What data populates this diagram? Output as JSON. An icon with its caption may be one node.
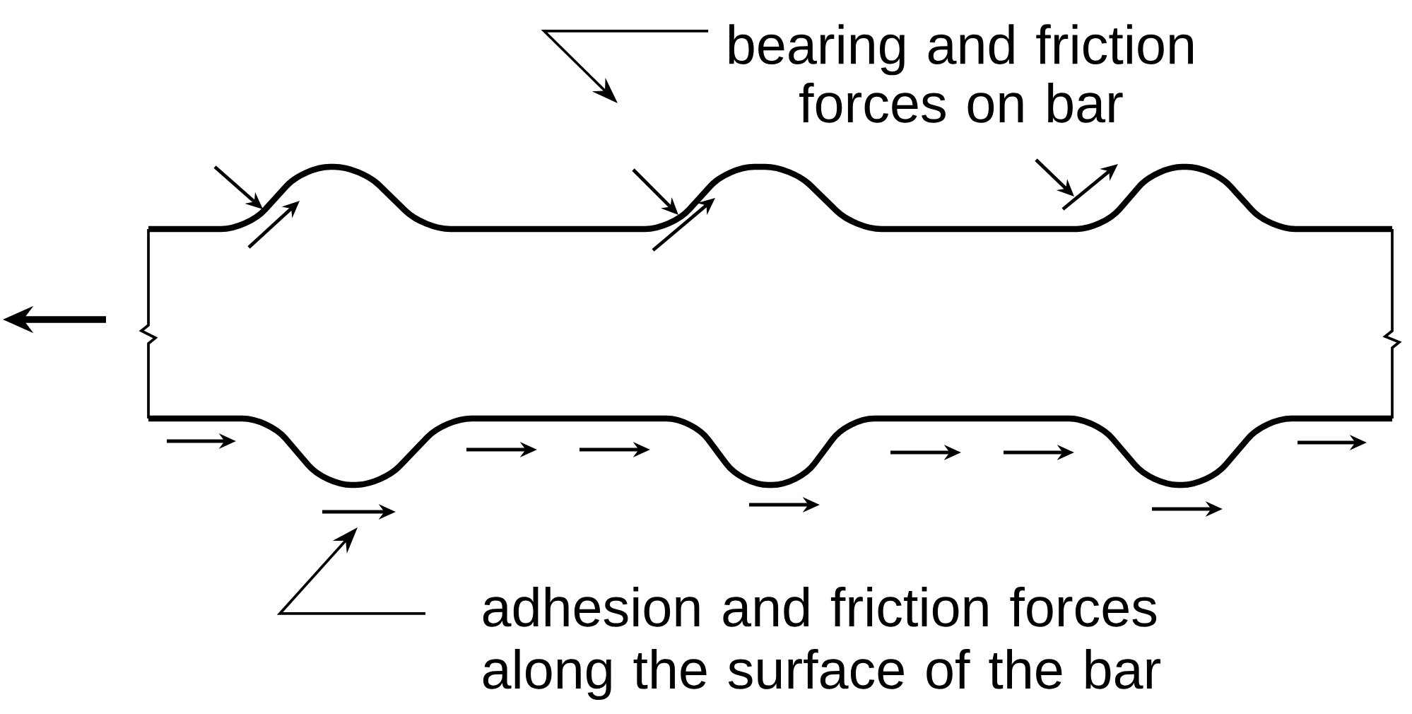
{
  "diagram": {
    "nodes": [
      {
        "text": [
          "bearing and friction forces on bar"
        ]
      },
      {
        "text": [
          "adhesion and friction forces along the surface of the bar"
        ]
      }
    ],
    "edges": [
      {
        "from": 0,
        "to": null,
        "arrow": "to"
      },
      {
        "from": 1,
        "to": null,
        "arrow": "to"
      }
    ]
  }
}
